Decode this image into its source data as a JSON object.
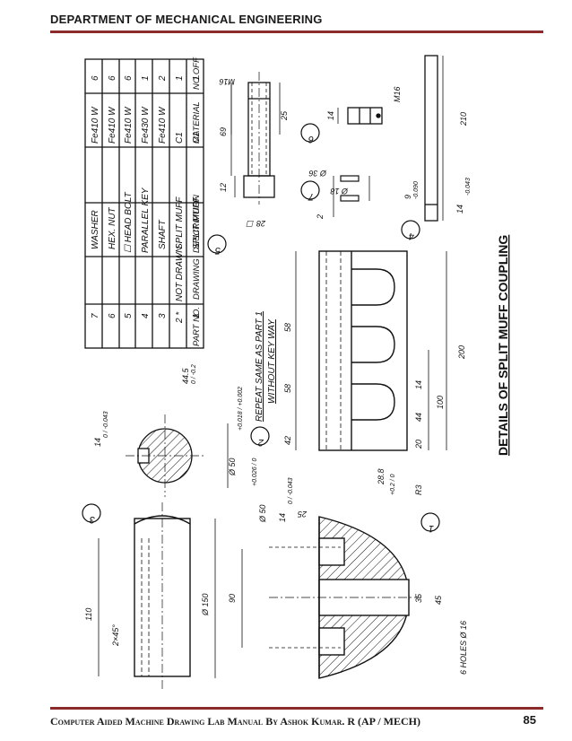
{
  "header": {
    "title": "DEPARTMENT OF MECHANICAL ENGINEERING"
  },
  "footer": {
    "text": "Computer Aided Machine Drawing Lab Manual By Ashok Kumar. R (AP / MECH)",
    "page": "85"
  },
  "drawing": {
    "title": "DETAILS OF SPLIT MUFF COUPLING",
    "table_header": {
      "part_no": "PART NO.",
      "drawing": "DRAWING",
      "description": "DESCRIPTION",
      "material": "MATERIAL",
      "no_off": "NO.OFF"
    },
    "table_rows": [
      {
        "part_no": "7",
        "drawing": "",
        "description": "WASHER",
        "material": "Fe410 W",
        "no_off": "6"
      },
      {
        "part_no": "6",
        "drawing": "",
        "description": "HEX. NUT",
        "material": "Fe410 W",
        "no_off": "6"
      },
      {
        "part_no": "5",
        "drawing": "",
        "description": "☐ HEAD BOLT",
        "material": "Fe410 W",
        "no_off": "6"
      },
      {
        "part_no": "4",
        "drawing": "",
        "description": "PARALLEL KEY",
        "material": "Fe430 W",
        "no_off": "1"
      },
      {
        "part_no": "3",
        "drawing": "",
        "description": "SHAFT",
        "material": "Fe410 W",
        "no_off": "2"
      },
      {
        "part_no": "2 *",
        "drawing": "NOT DRAWN",
        "description": "SPLIT MUFF",
        "material": "C1",
        "no_off": "1"
      },
      {
        "part_no": "1",
        "drawing": "",
        "description": "SPLIT MUFF",
        "material": "C1",
        "no_off": "1"
      }
    ],
    "part_labels": {
      "p1": "1",
      "p2": "2",
      "p3": "3",
      "p4": "4",
      "p5": "5",
      "p6": "6",
      "p7": "7"
    },
    "notes": {
      "repeat": "REPEAT SAME AS PART 1",
      "without": "WITHOUT KEY WAY"
    },
    "dims": {
      "d110": "110",
      "d2x45": "2×45°",
      "d150": "Ø 150",
      "d90": "90",
      "d6holes": "6 HOLES Ø 16",
      "d35": "35",
      "d45": "45",
      "d25a": "25",
      "d50": "Ø 50",
      "d50tol": "+0.026 / 0",
      "d14a": "14",
      "d14tol": "0 / -0.043",
      "d288": "28.8",
      "d288tol": "+0.2 / 0",
      "dr3": "R3",
      "d20": "20",
      "d44": "44",
      "d14b": "14",
      "d100": "100",
      "d200": "200",
      "d42": "42",
      "d58a": "58",
      "d58b": "58",
      "d148": "14",
      "d148tol": "0 / -0.043",
      "d445": "44.5",
      "d445tol": "0 / -0.2",
      "d5018": "Ø 50",
      "d5018tol": "+0.018 / +0.002",
      "dm16": "M16",
      "d25b": "25",
      "d69": "69",
      "d12": "12",
      "dsq28": "28 ☐",
      "d14c": "14",
      "dm16b": "M16",
      "d36": "Ø 36",
      "d18": "Ø 18",
      "d2": "2",
      "d9": "9",
      "d9tol": "-0.090",
      "d14d": "14",
      "d14dtol": "-0.043",
      "d210": "210"
    }
  }
}
